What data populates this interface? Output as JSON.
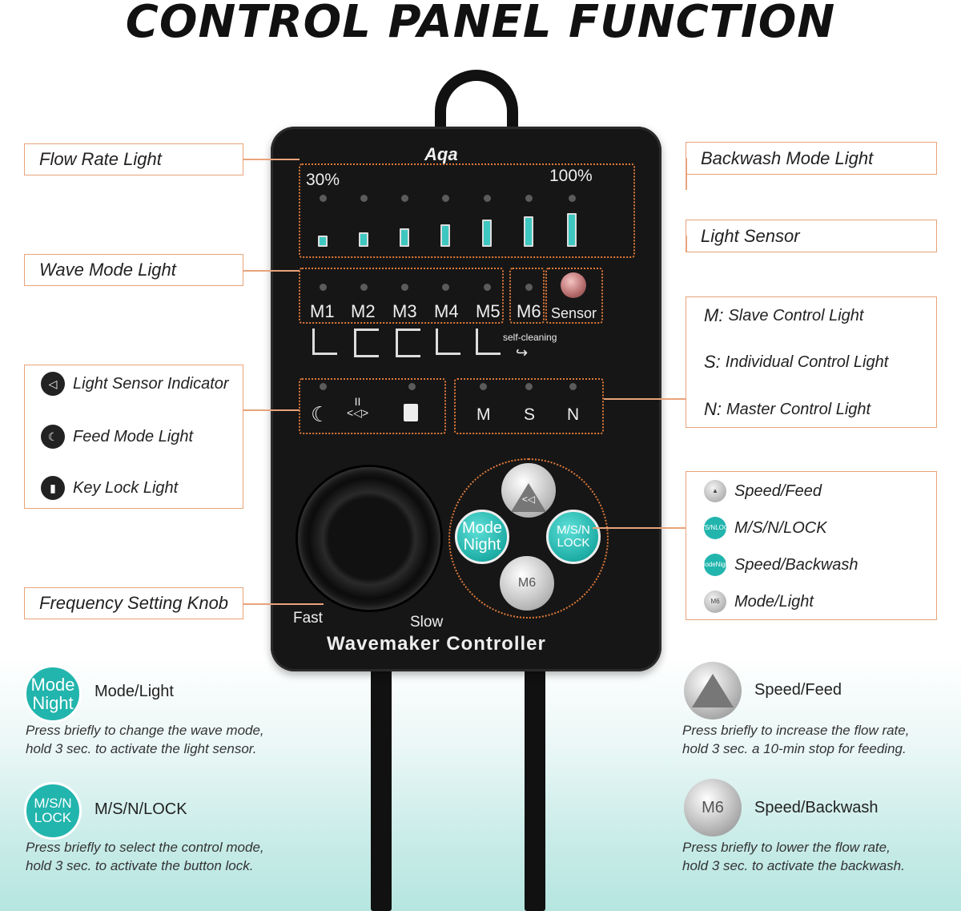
{
  "title": "CONTROL PANEL FUNCTION",
  "callouts": {
    "flow_rate_light": "Flow Rate Light",
    "wave_mode_light": "Wave Mode Light",
    "frequency_knob": "Frequency Setting Knob",
    "backwash_mode_light": "Backwash Mode Light",
    "light_sensor": "Light Sensor"
  },
  "indicator_legend": [
    {
      "icon": "fish-pause-icon",
      "label": "Light Sensor Indicator"
    },
    {
      "icon": "moon-icon",
      "label": "Feed Mode Light"
    },
    {
      "icon": "lock-icon",
      "label": "Key Lock Light"
    }
  ],
  "control_legend": [
    {
      "prefix": "M:",
      "label": "Slave Control Light"
    },
    {
      "prefix": "S:",
      "label": "Individual Control Light"
    },
    {
      "prefix": "N:",
      "label": "Master Control Light"
    }
  ],
  "button_legend": [
    {
      "icon": "speed-feed-icon",
      "label": "Speed/Feed"
    },
    {
      "icon": "msn-lock-icon",
      "icon_text": [
        "M/S/N",
        "LOCK"
      ],
      "label": "M/S/N/LOCK"
    },
    {
      "icon": "mode-night-icon",
      "icon_text": [
        "Mode",
        "Night"
      ],
      "label": "Speed/Backwash"
    },
    {
      "icon": "m6-icon",
      "icon_text": [
        "M6"
      ],
      "label": "Mode/Light"
    }
  ],
  "device": {
    "logo": "Aqa",
    "flow_min": "30%",
    "flow_max": "100%",
    "modes": [
      "M1",
      "M2",
      "M3",
      "M4",
      "M5",
      "M6"
    ],
    "sensor_label": "Sensor",
    "self_cleaning": "self-cleaning",
    "control_modes": [
      "M",
      "S",
      "N"
    ],
    "knob_fast": "Fast",
    "knob_slow": "Slow",
    "name": "Wavemaker Controller",
    "buttons": {
      "mode_night": [
        "Mode",
        "Night"
      ],
      "msn_lock": [
        "M/S/N",
        "LOCK"
      ],
      "m6": "M6"
    },
    "colors": {
      "accent_teal": "#22b5ad",
      "callout_orange": "#e07a3a",
      "body": "#161616"
    }
  },
  "functions": [
    {
      "title": "Mode/Light",
      "icon_text": [
        "Mode",
        "Night"
      ],
      "desc": [
        "Press briefly to change the wave mode,",
        "hold 3 sec. to activate the light sensor."
      ]
    },
    {
      "title": "M/S/N/LOCK",
      "icon_text": [
        "M/S/N",
        "LOCK"
      ],
      "desc": [
        "Press briefly to select the control mode,",
        "hold 3 sec. to activate the button lock."
      ]
    },
    {
      "title": "Speed/Feed",
      "desc": [
        "Press briefly to increase the flow rate,",
        "hold 3 sec. a 10-min stop for feeding."
      ]
    },
    {
      "title": "Speed/Backwash",
      "icon_text": [
        "M6"
      ],
      "desc": [
        "Press briefly to lower the flow rate,",
        "hold 3 sec. to activate the backwash."
      ]
    }
  ]
}
